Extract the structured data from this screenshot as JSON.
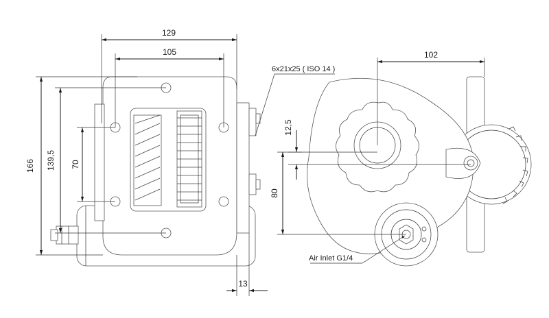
{
  "dimensions": {
    "width_129": "129",
    "width_105": "105",
    "height_166": "166",
    "height_139_5": "139,5",
    "height_70": "70",
    "offset_13": "13",
    "offset_102": "102",
    "offset_12_5": "12,5",
    "offset_80": "80"
  },
  "annotations": {
    "shaft_spec": "6x21x25 ( ISO 14 )",
    "air_inlet": "Air Inlet  G1/4"
  }
}
